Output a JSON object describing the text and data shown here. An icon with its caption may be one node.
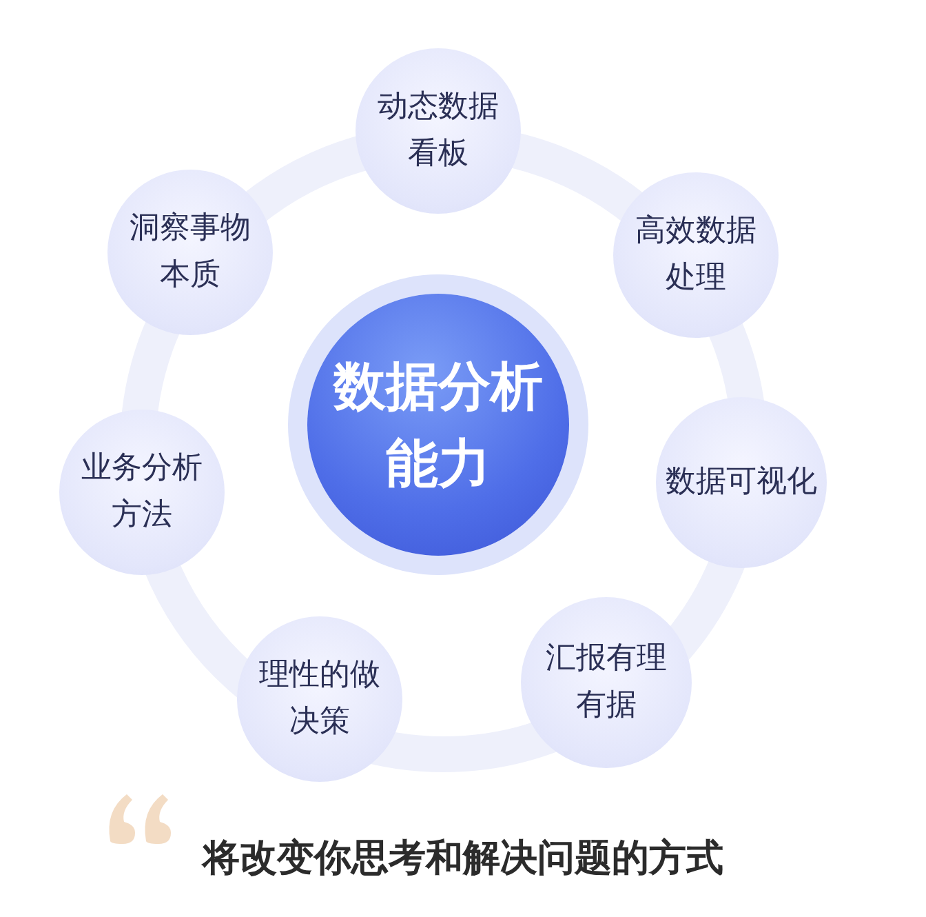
{
  "diagram": {
    "caption": "将改变你思考和解决问题的方式",
    "nodes": [
      {
        "text": [
          "数据分析能力"
        ]
      },
      {
        "text": [
          "动态数据看板"
        ]
      },
      {
        "text": [
          "高效数据处理"
        ]
      },
      {
        "text": [
          "数据可视化"
        ]
      },
      {
        "text": [
          "汇报有理有据"
        ]
      },
      {
        "text": [
          "理性的做决策"
        ]
      },
      {
        "text": [
          "业务分析方法"
        ]
      },
      {
        "text": [
          "洞察事物本质"
        ]
      }
    ]
  }
}
